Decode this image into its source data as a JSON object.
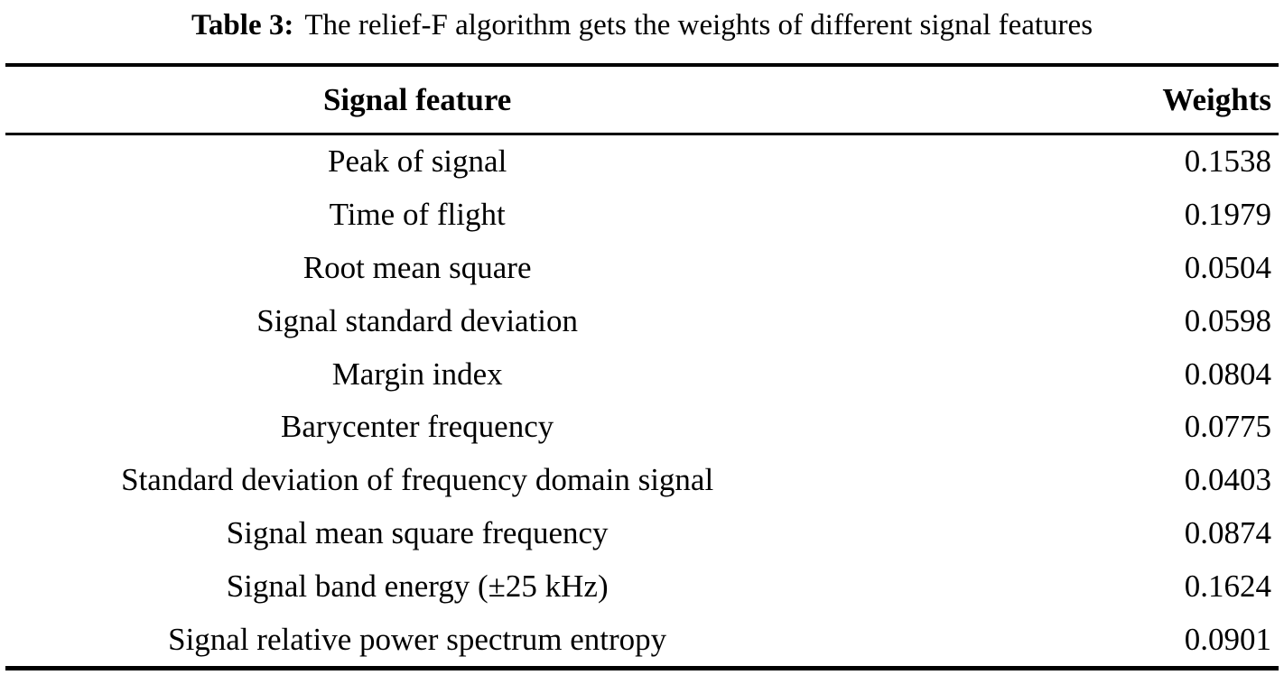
{
  "colors": {
    "text": "#000000",
    "background": "#ffffff",
    "rule": "#000000"
  },
  "table": {
    "caption": {
      "label": "Table 3:",
      "text": "The relief-F algorithm gets the weights of different signal features"
    },
    "columns": {
      "feature": "Signal feature",
      "weights": "Weights"
    },
    "rows": [
      {
        "feature": "Peak of signal",
        "weight": "0.1538"
      },
      {
        "feature": "Time of flight",
        "weight": "0.1979"
      },
      {
        "feature": "Root mean square",
        "weight": "0.0504"
      },
      {
        "feature": "Signal standard deviation",
        "weight": "0.0598"
      },
      {
        "feature": "Margin index",
        "weight": "0.0804"
      },
      {
        "feature": "Barycenter frequency",
        "weight": "0.0775"
      },
      {
        "feature": "Standard deviation of frequency domain signal",
        "weight": "0.0403"
      },
      {
        "feature": "Signal mean square frequency",
        "weight": "0.0874"
      },
      {
        "feature": "Signal band energy (±25 kHz)",
        "weight": "0.1624"
      },
      {
        "feature": "Signal relative power spectrum entropy",
        "weight": "0.0901"
      }
    ]
  }
}
